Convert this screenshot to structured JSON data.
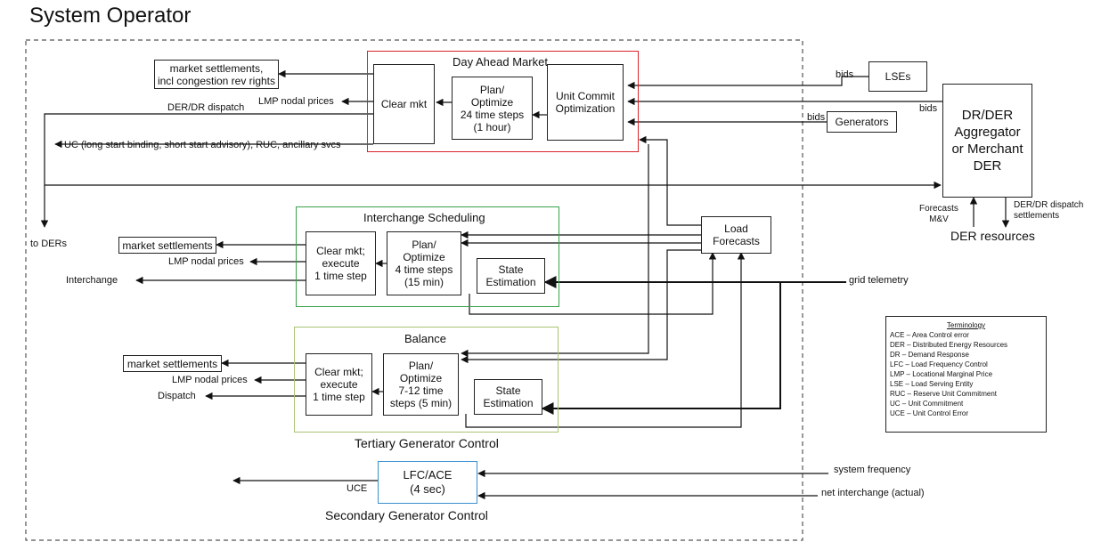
{
  "page_title": "System Operator",
  "sections": {
    "day_ahead": "Day Ahead Market",
    "interchange": "Interchange Scheduling",
    "balance": "Balance",
    "tertiary": "Tertiary Generator Control",
    "secondary": "Secondary Generator Control"
  },
  "boxes": {
    "dam_clear": "Clear mkt",
    "dam_plan": "Plan/\nOptimize\n24 time steps\n(1 hour)",
    "dam_unit_commit": "Unit Commit\nOptimization",
    "dam_settlements": "market settlements,\nincl congestion rev rights",
    "lses": "LSEs",
    "generators": "Generators",
    "aggregator": "DR/DER\nAggregator\nor Merchant\nDER",
    "load_forecasts": "Load\nForecasts",
    "int_clear": "Clear mkt;\nexecute\n1 time step",
    "int_plan": "Plan/\nOptimize\n4 time steps\n(15 min)",
    "int_state": "State\nEstimation",
    "int_settlements": "market settlements",
    "bal_clear": "Clear mkt;\nexecute\n1 time step",
    "bal_plan": "Plan/\nOptimize\n7-12 time\nsteps (5 min)",
    "bal_state": "State\nEstimation",
    "bal_settlements": "market settlements",
    "lfc_ace": "LFC/ACE\n(4 sec)"
  },
  "labels": {
    "bids_lse": "bids",
    "bids_gen": "bids",
    "bids_agg": "bids",
    "dam_lmp": "LMP nodal prices",
    "der_dispatch": "DER/DR dispatch",
    "uc_line": "UC (long start binding, short start advisory), RUC, ancillary svcs",
    "to_ders": "to DERs",
    "int_lmp": "LMP nodal prices",
    "interchange": "Interchange",
    "grid_telemetry": "grid telemetry",
    "bal_lmp": "LMP nodal prices",
    "dispatch": "Dispatch",
    "uce": "UCE",
    "system_frequency": "system frequency",
    "net_interchange": "net interchange (actual)",
    "forecasts_mv": "Forecasts\nM&V",
    "der_dispatch_settle": "DER/DR dispatch\nsettlements",
    "der_resources": "DER resources"
  },
  "terminology": {
    "heading": "Terminology",
    "items": [
      "ACE – Area Control error",
      "DER – Distributed Energy Resources",
      "DR – Demand Response",
      "LFC – Load Frequency Control",
      "LMP – Locational Marginal Price",
      "LSE – Load Serving Entity",
      "RUC – Reserve Unit Commitment",
      "UC – Unit Commitment",
      "UCE – Unit Control Error"
    ]
  },
  "colors": {
    "day_ahead_border": "#d9232a",
    "interchange_border": "#3aa14a",
    "balance_border": "#a9c476",
    "lfc_border": "#3a8fcf",
    "system_border": "#555555"
  }
}
